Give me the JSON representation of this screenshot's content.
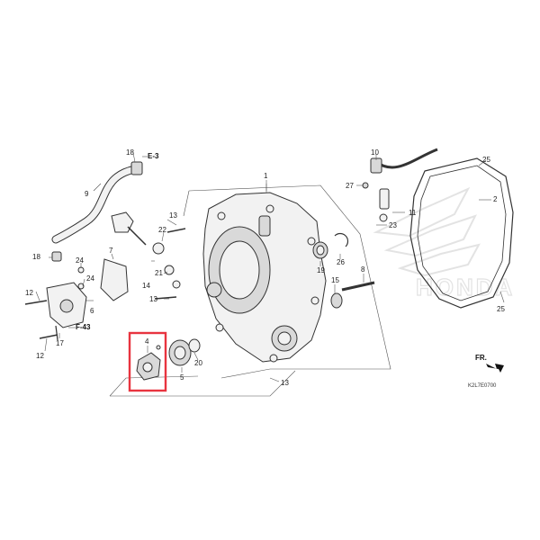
{
  "diagram": {
    "drawing_code": "K2L7E0700",
    "watermark": "HONDA",
    "highlight_color": "#e8343f",
    "direction_label": "FR.",
    "references": {
      "e3": "E-3",
      "f43": "F-43"
    },
    "callouts": {
      "c1": "1",
      "c2": "2",
      "c4": "4",
      "c5": "5",
      "c6": "6",
      "c7": "7",
      "c8": "8",
      "c9": "9",
      "c10": "10",
      "c11": "11",
      "c12a": "12",
      "c12b": "12",
      "c13a": "13",
      "c13b": "13",
      "c13c": "13",
      "c14": "14",
      "c15": "15",
      "c17": "17",
      "c18a": "18",
      "c18b": "18",
      "c19": "19",
      "c20": "20",
      "c21": "21",
      "c22": "22",
      "c23": "23",
      "c24a": "24",
      "c24b": "24",
      "c25a": "25",
      "c25b": "25",
      "c26": "26",
      "c27": "27"
    }
  }
}
